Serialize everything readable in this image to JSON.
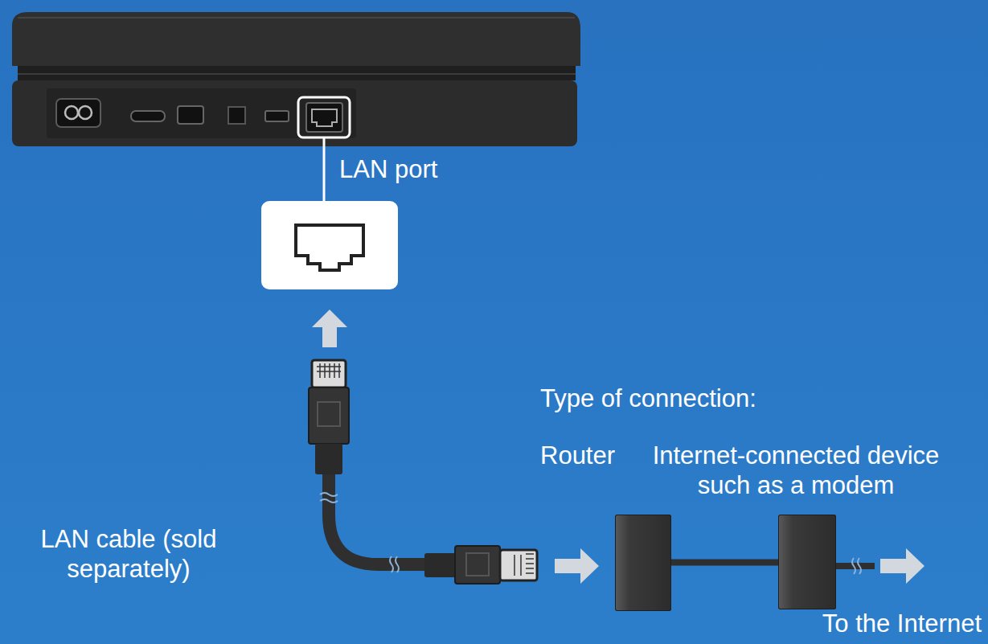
{
  "diagram": {
    "nodes": [
      {
        "text": [
          "Router"
        ]
      },
      {
        "text": [
          "Internet-connected device such as a modem"
        ]
      }
    ],
    "edges": [
      {
        "from": 0,
        "to": 1,
        "arrow": "none"
      }
    ],
    "labels": [
      "LAN port",
      "LAN cable (sold separately)",
      "Type of connection:",
      "To the Internet"
    ]
  }
}
